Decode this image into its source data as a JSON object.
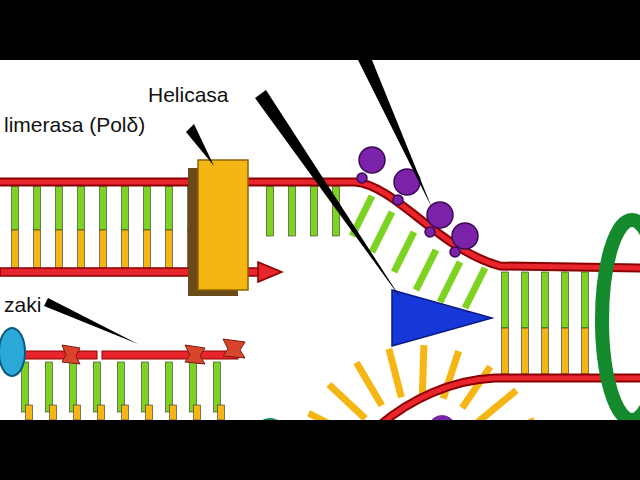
{
  "diagram": {
    "labels": [
      "limerasa (Polδ)",
      "Helicasa",
      "zaki"
    ]
  }
}
